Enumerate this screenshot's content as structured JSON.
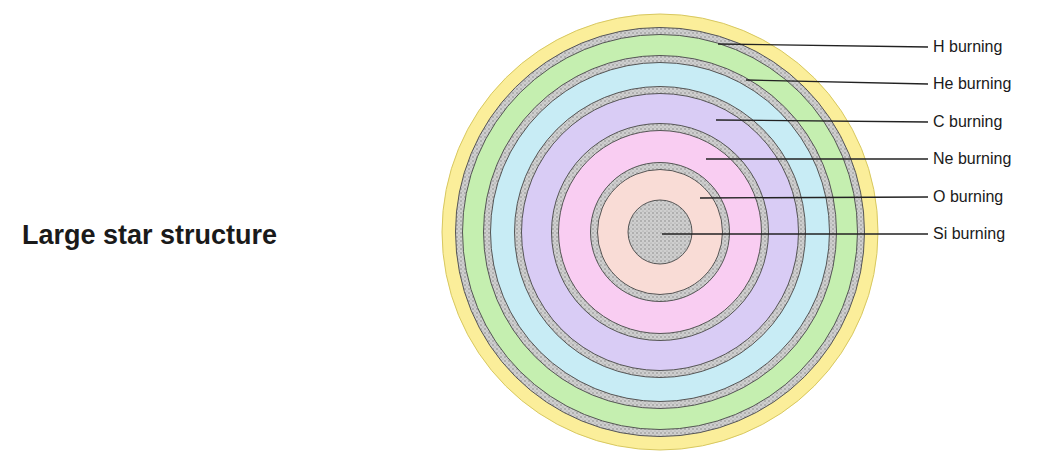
{
  "diagram": {
    "title": "Large star structure",
    "labels": [
      "H burning",
      "He burning",
      "C burning",
      "Ne burning",
      "O burning",
      "Si burning"
    ]
  }
}
